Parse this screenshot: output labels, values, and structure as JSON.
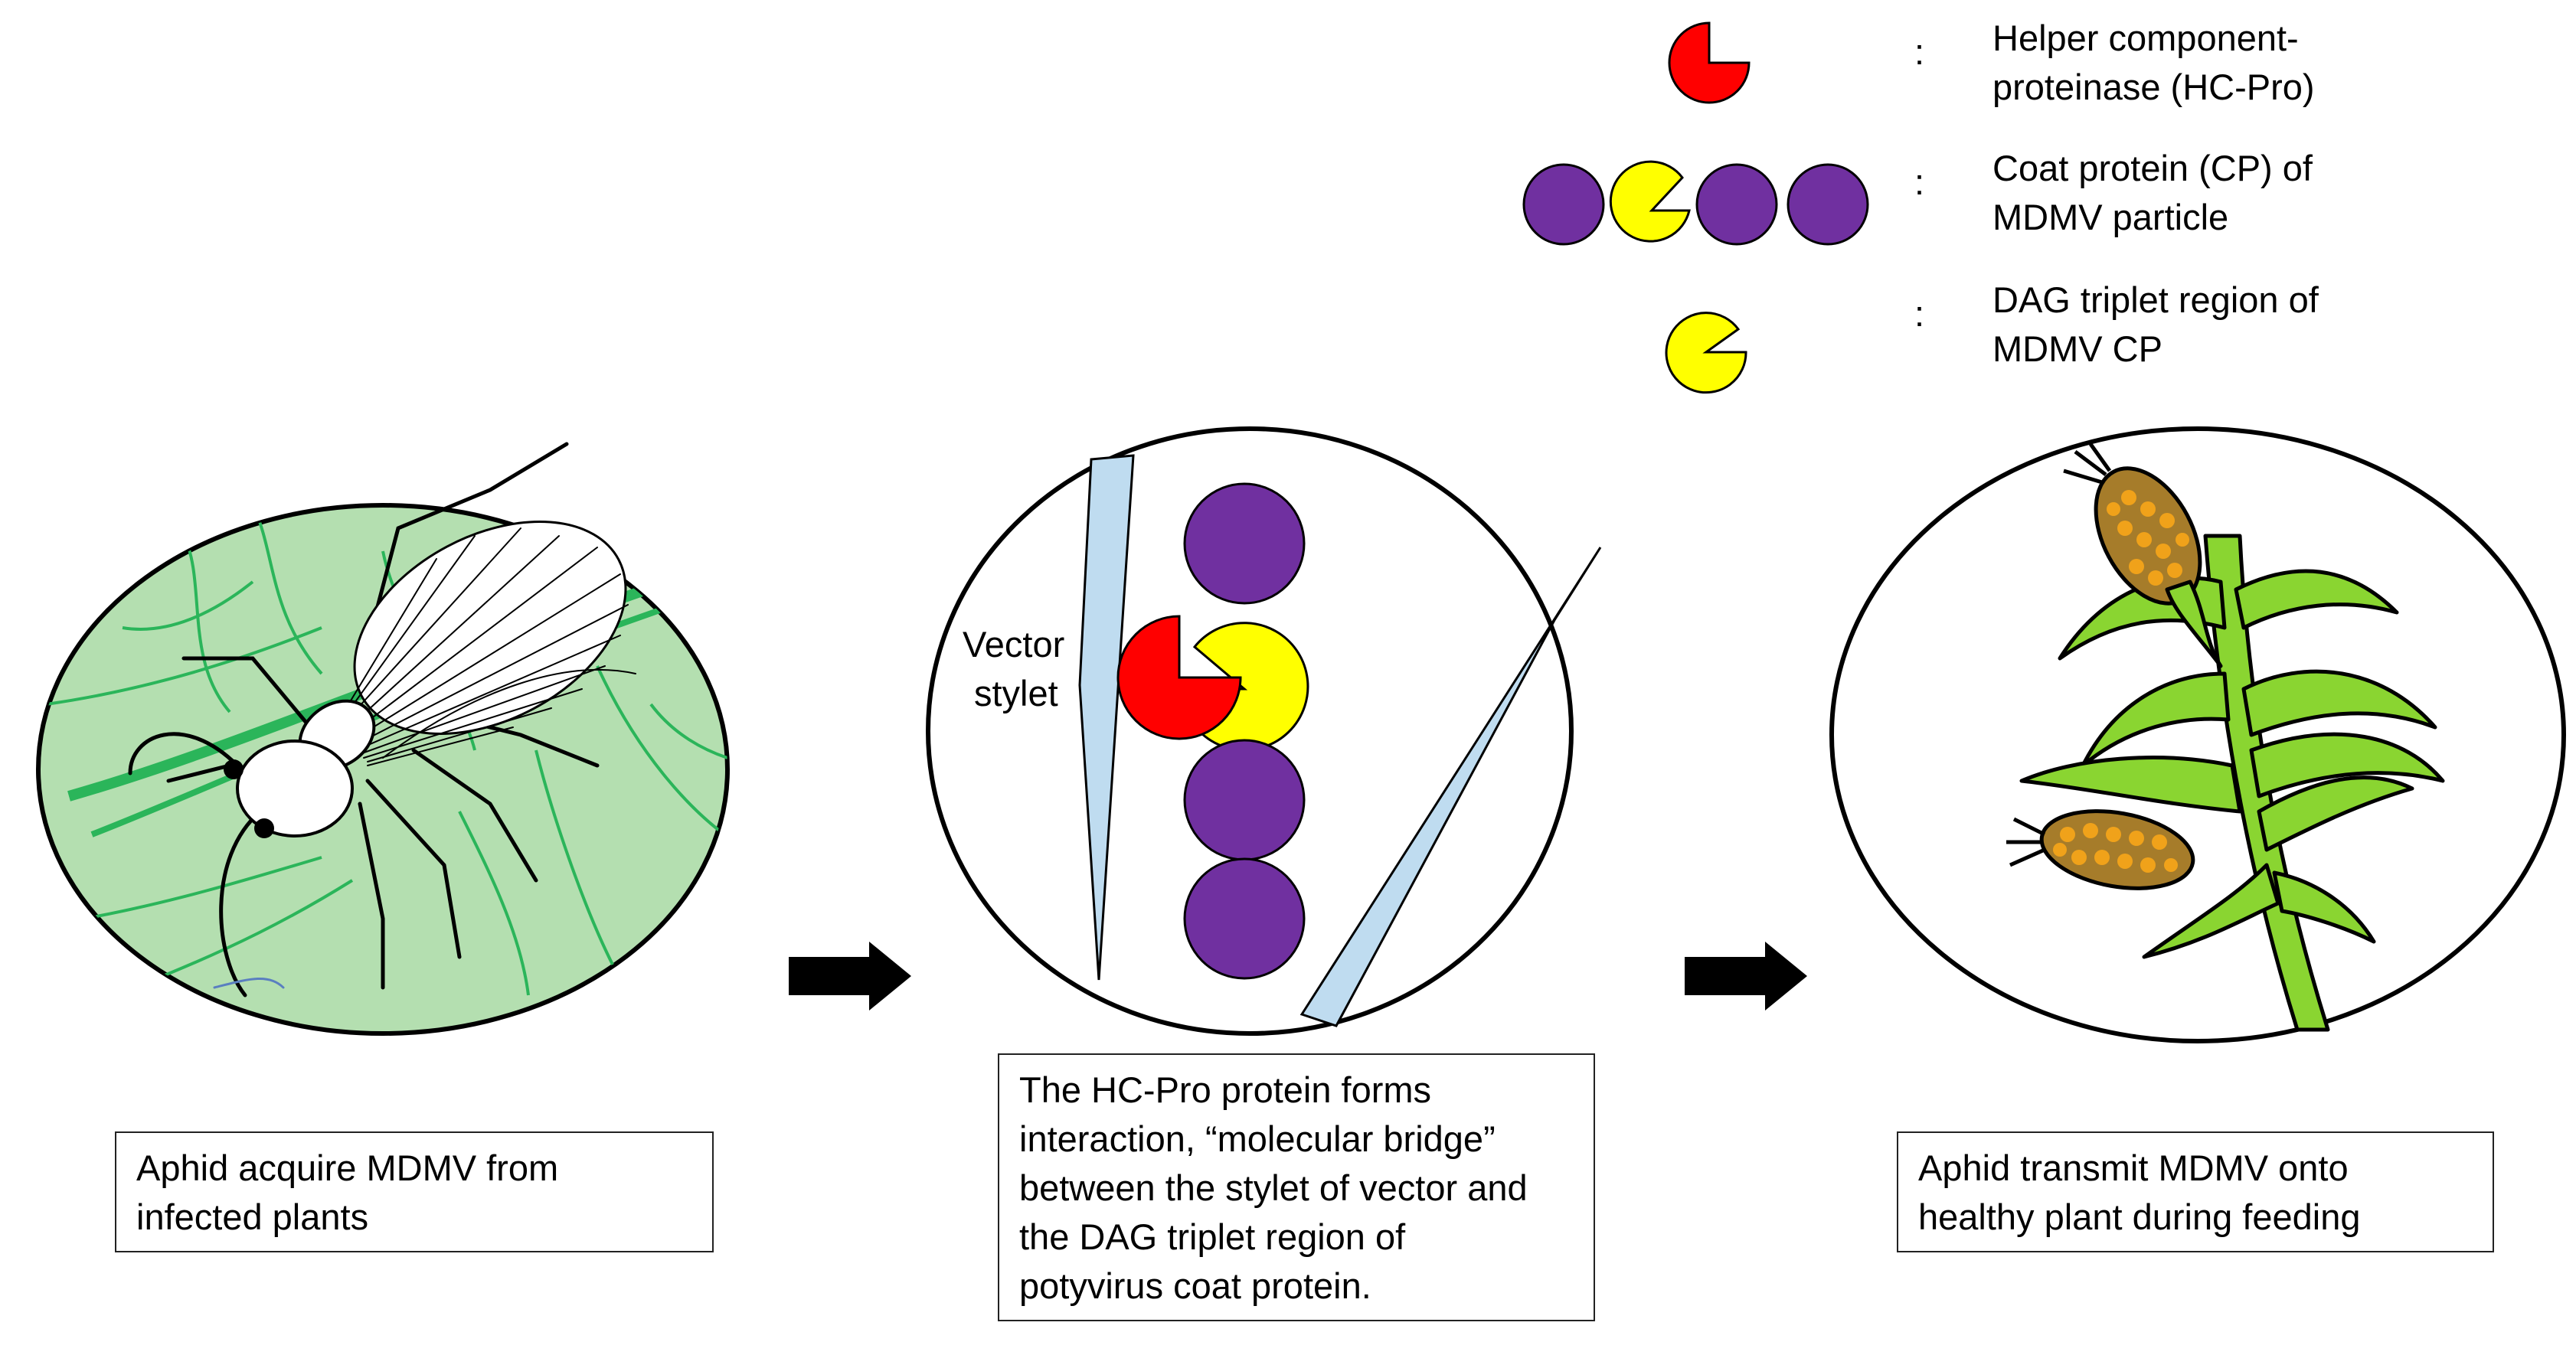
{
  "legend": [
    {
      "symbol": "hc-pro",
      "lines": [
        "Helper component-",
        "proteinase (HC-Pro)"
      ]
    },
    {
      "symbol": "coat-protein",
      "lines": [
        "Coat protein (CP) of",
        "MDMV particle"
      ]
    },
    {
      "symbol": "dag-triplet",
      "lines": [
        "DAG triplet region of",
        "MDMV CP"
      ]
    }
  ],
  "legend_separator": ":",
  "stylet_label": [
    "Vector",
    "stylet"
  ],
  "captions": {
    "acquire": [
      "Aphid acquire MDMV from",
      "infected plants"
    ],
    "bridge": [
      "The HC-Pro protein forms",
      "interaction, “molecular bridge”",
      "between the stylet of vector and",
      "the DAG triplet region of",
      "potyvirus coat protein."
    ],
    "transmit": [
      "Aphid transmit MDMV onto",
      "healthy plant during feeding"
    ]
  },
  "colors": {
    "hc_pro": "#ff0000",
    "coat_protein": "#7030a0",
    "dag": "#ffff00",
    "leaf_bg": "#b4dfb0",
    "vein": "#2bb55a",
    "stylet": "#bfdcf0",
    "corn_leaf": "#8ad531",
    "kernel": "#f0a21a",
    "arrow": "#000000"
  },
  "icons": [
    "aphid-icon",
    "corn-plant-icon",
    "arrow-right-icon"
  ]
}
